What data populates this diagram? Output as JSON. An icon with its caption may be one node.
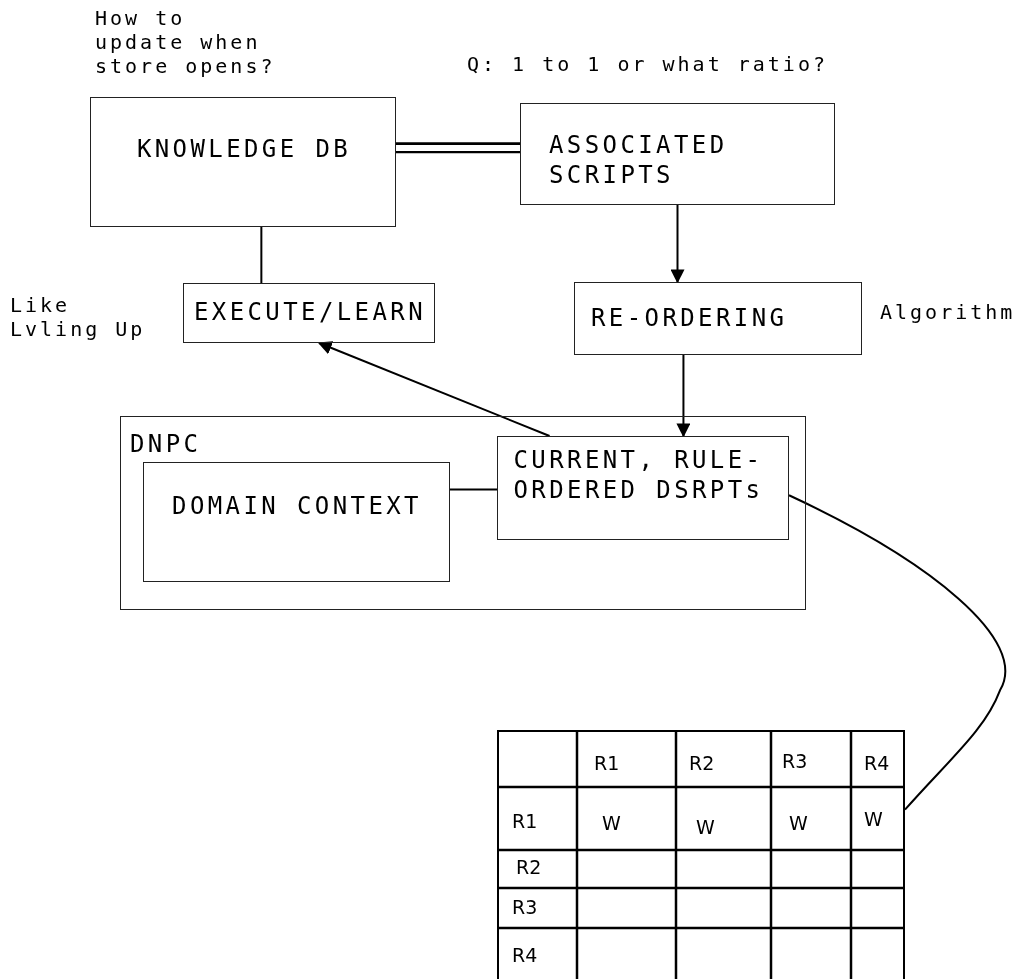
{
  "diagram": {
    "nodes": [
      {
        "text": [
          "KNOWLEDGE DB"
        ],
        "beside": [
          "How to update when store opens?"
        ]
      },
      {
        "text": [
          "ASSOCIATED SCRIPTS"
        ],
        "beside": [
          "Q: 1 to 1 or what ratio?"
        ]
      },
      {
        "text": [
          "EXECUTE/LEARN"
        ],
        "beside": [
          "Like Lvling Up"
        ]
      },
      {
        "text": [
          "RE-ORDERING"
        ],
        "beside": [
          "Algorithm"
        ]
      },
      {
        "text": [
          "DNPC"
        ]
      },
      {
        "text": [
          "DOMAIN CONTEXT"
        ],
        "in": 4
      },
      {
        "text": [
          "CURRENT, RULE-ORDERED DSRPTs"
        ],
        "in": 4
      },
      {
        "text": [
          "R1",
          "R2",
          "R3",
          "R4",
          "R1",
          "W",
          "W",
          "W",
          "W",
          "R2",
          "R3",
          "R4"
        ]
      }
    ],
    "edges": [
      {
        "from": 0,
        "to": 1,
        "arrow": "none"
      },
      {
        "from": 0,
        "to": 2,
        "arrow": "none"
      },
      {
        "from": 1,
        "to": 3,
        "arrow": "to"
      },
      {
        "from": 3,
        "to": 6,
        "arrow": "to"
      },
      {
        "from": 6,
        "to": 2,
        "arrow": "to"
      },
      {
        "from": 5,
        "to": 6,
        "arrow": "none"
      },
      {
        "from": 6,
        "to": 7,
        "arrow": "none"
      }
    ]
  }
}
